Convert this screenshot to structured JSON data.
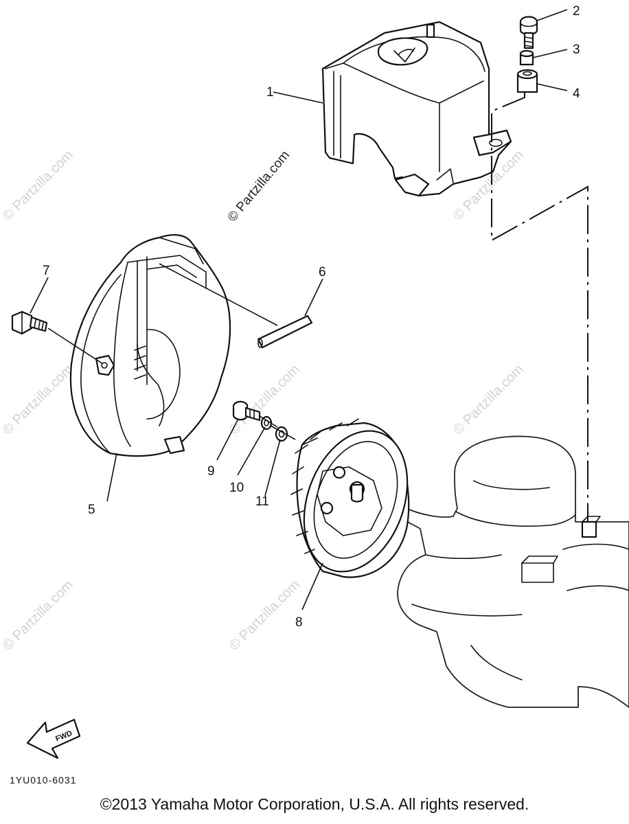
{
  "watermark_text": "© Partzilla.com",
  "callouts": {
    "c1": "1",
    "c2": "2",
    "c3": "3",
    "c4": "4",
    "c5": "5",
    "c6": "6",
    "c7": "7",
    "c8": "8",
    "c9": "9",
    "c10": "10",
    "c11": "11"
  },
  "fwd_label": "FWD",
  "diagram_code": "1YU010-6031",
  "copyright": "©2013 Yamaha Motor Corporation, U.S.A. All rights reserved."
}
